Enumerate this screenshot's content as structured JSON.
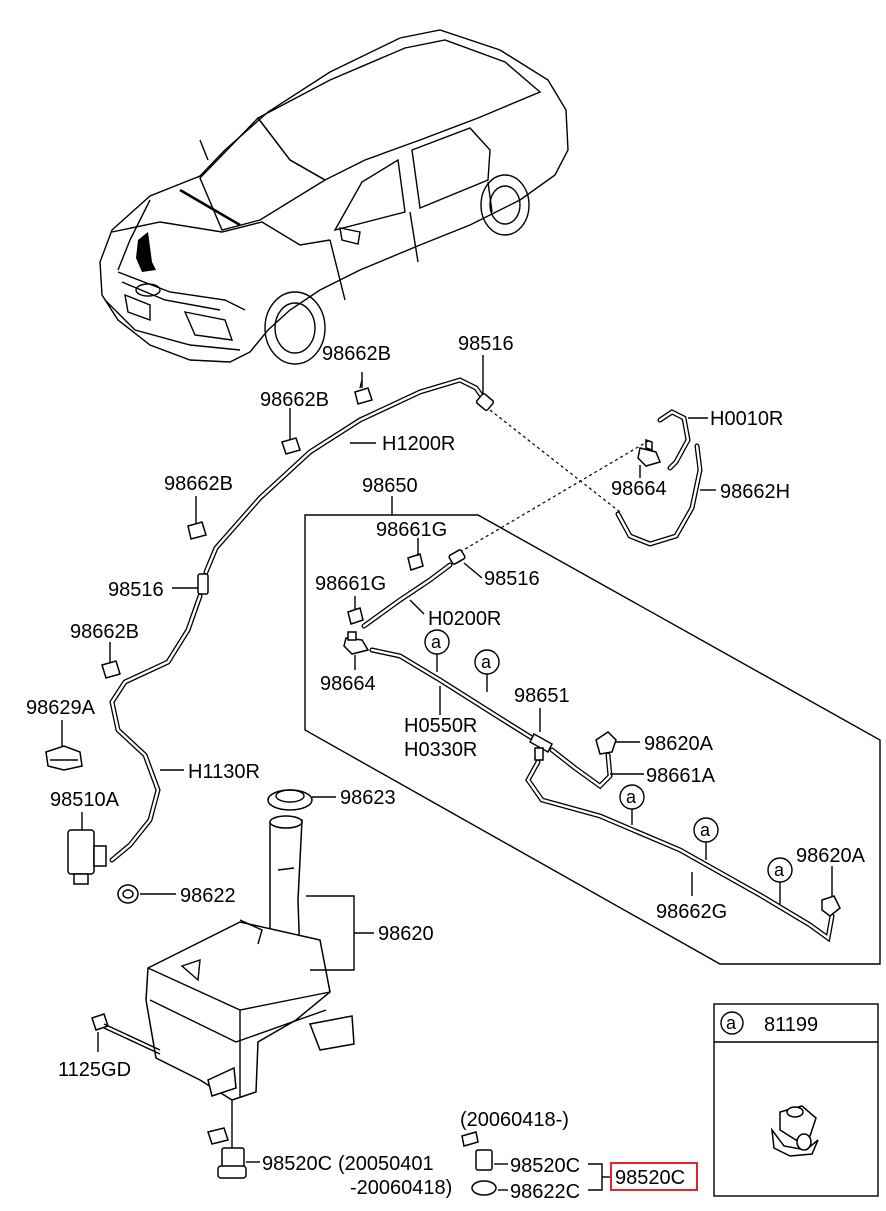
{
  "labels": {
    "p98662B_1": "98662B",
    "p98662B_2": "98662B",
    "p98662B_3": "98662B",
    "p98662B_4": "98662B",
    "p98516_1": "98516",
    "p98516_2": "98516",
    "p98516_3": "98516",
    "pH1200R": "H1200R",
    "pH0010R": "H0010R",
    "p98664_1": "98664",
    "p98664_2": "98664",
    "p98662H": "98662H",
    "p98650": "98650",
    "p98661G_1": "98661G",
    "p98661G_2": "98661G",
    "pH0200R": "H0200R",
    "pH0550R": "H0550R",
    "pH0330R": "H0330R",
    "p98651": "98651",
    "p98620A_1": "98620A",
    "p98620A_2": "98620A",
    "p98661A": "98661A",
    "p98662G": "98662G",
    "p98629A": "98629A",
    "pH1130R": "H1130R",
    "p98510A": "98510A",
    "p98623": "98623",
    "p98622": "98622",
    "p98620": "98620",
    "p1125GD": "1125GD",
    "p98520C_1": "98520C",
    "date_range_1a": "(20050401",
    "date_range_1b": "-20060418)",
    "date_range_2": "(20060418-)",
    "p98520C_2": "98520C",
    "p98622C": "98622C",
    "highlighted_part": "98520C",
    "callout_a": "a",
    "inset_ref": "a",
    "inset_part": "81199"
  },
  "colors": {
    "highlight_box": "#e8242b"
  }
}
